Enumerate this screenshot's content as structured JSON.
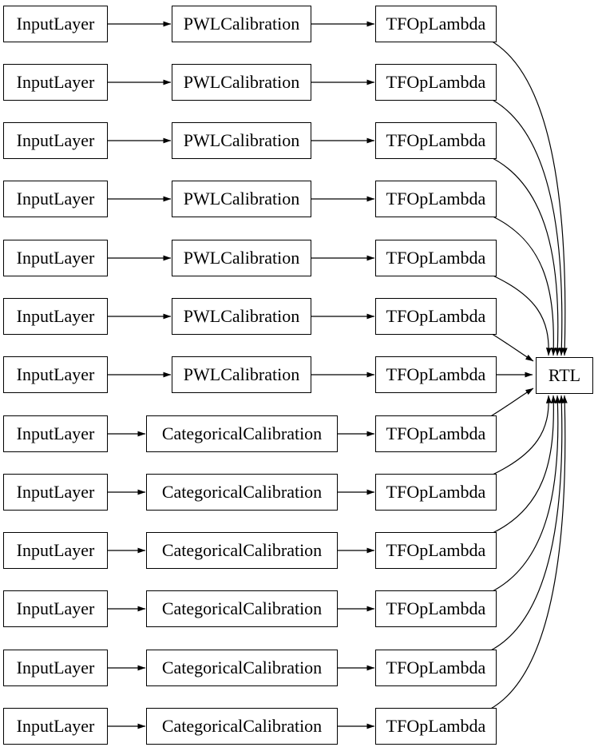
{
  "diagram": {
    "title": "model-graph",
    "output_node": {
      "label": "RTL"
    },
    "rows": [
      {
        "input": "InputLayer",
        "calibration": "PWLCalibration",
        "calibration_type": "pwl",
        "lambda": "TFOpLambda"
      },
      {
        "input": "InputLayer",
        "calibration": "PWLCalibration",
        "calibration_type": "pwl",
        "lambda": "TFOpLambda"
      },
      {
        "input": "InputLayer",
        "calibration": "PWLCalibration",
        "calibration_type": "pwl",
        "lambda": "TFOpLambda"
      },
      {
        "input": "InputLayer",
        "calibration": "PWLCalibration",
        "calibration_type": "pwl",
        "lambda": "TFOpLambda"
      },
      {
        "input": "InputLayer",
        "calibration": "PWLCalibration",
        "calibration_type": "pwl",
        "lambda": "TFOpLambda"
      },
      {
        "input": "InputLayer",
        "calibration": "PWLCalibration",
        "calibration_type": "pwl",
        "lambda": "TFOpLambda"
      },
      {
        "input": "InputLayer",
        "calibration": "PWLCalibration",
        "calibration_type": "pwl",
        "lambda": "TFOpLambda"
      },
      {
        "input": "InputLayer",
        "calibration": "CategoricalCalibration",
        "calibration_type": "categorical",
        "lambda": "TFOpLambda"
      },
      {
        "input": "InputLayer",
        "calibration": "CategoricalCalibration",
        "calibration_type": "categorical",
        "lambda": "TFOpLambda"
      },
      {
        "input": "InputLayer",
        "calibration": "CategoricalCalibration",
        "calibration_type": "categorical",
        "lambda": "TFOpLambda"
      },
      {
        "input": "InputLayer",
        "calibration": "CategoricalCalibration",
        "calibration_type": "categorical",
        "lambda": "TFOpLambda"
      },
      {
        "input": "InputLayer",
        "calibration": "CategoricalCalibration",
        "calibration_type": "categorical",
        "lambda": "TFOpLambda"
      },
      {
        "input": "InputLayer",
        "calibration": "CategoricalCalibration",
        "calibration_type": "categorical",
        "lambda": "TFOpLambda"
      }
    ],
    "colors": {
      "background": "#ffffff",
      "node_fill": "#ffffff",
      "node_border": "#000000",
      "edge": "#000000",
      "text": "#000000"
    }
  }
}
